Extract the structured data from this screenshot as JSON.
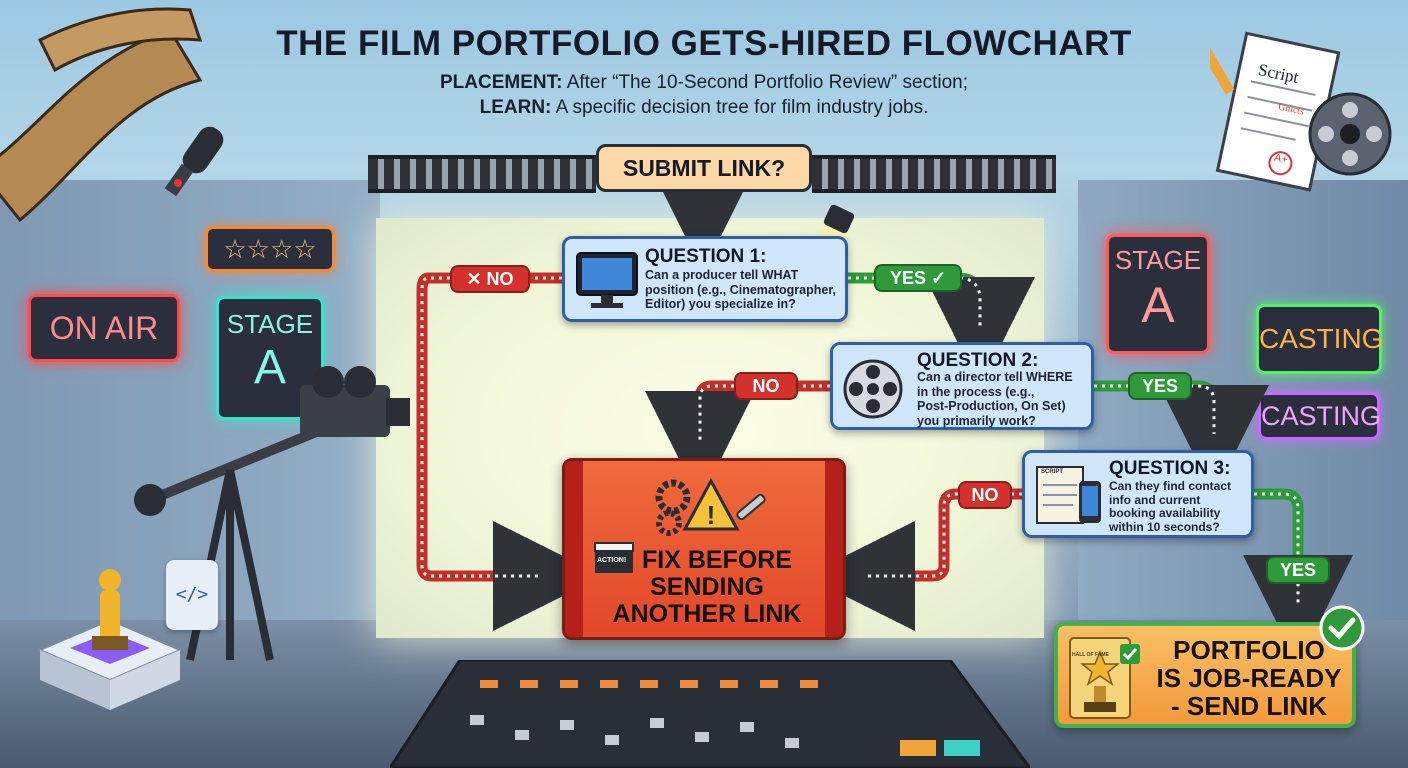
{
  "title": "THE FILM PORTFOLIO GETS-HIRED FLOWCHART",
  "subtitle": {
    "placement_label": "PLACEMENT:",
    "placement_text": "After “The 10-Second Portfolio Review” section;",
    "learn_label": "LEARN:",
    "learn_text": "A specific decision tree for film industry jobs."
  },
  "start": {
    "label": "SUBMIT LINK?"
  },
  "questions": [
    {
      "title": "QUESTION 1:",
      "lines": [
        "Can a producer tell WHAT",
        "position (e.g., Cinematographer,",
        "Editor) you specialize in?"
      ],
      "icon": "monitor-icon"
    },
    {
      "title": "QUESTION 2:",
      "lines": [
        "Can a director tell WHERE",
        "in the process (e.g.,",
        "Post-Production, On Set)",
        "you primarily work?"
      ],
      "icon": "film-reel-icon"
    },
    {
      "title": "QUESTION 3:",
      "lines": [
        "Can they find contact",
        "info and current",
        "booking availability",
        "within 10 seconds?"
      ],
      "icon": "script-phone-icon",
      "script_label": "SCRIPT"
    }
  ],
  "answers": {
    "no_q1": "✕ NO",
    "yes_q1": "YES ✓",
    "no_q2": "NO",
    "yes_q2": "YES",
    "no_q3": "NO",
    "yes_q3": "YES"
  },
  "fix": {
    "lines": [
      "FIX BEFORE",
      "SENDING",
      "ANOTHER LINK"
    ],
    "clapper": "ACTION!"
  },
  "result": {
    "lines": [
      "PORTFOLIO",
      "IS JOB-READY",
      "- SEND LINK"
    ],
    "plaque": "HALL OF FAME"
  },
  "decor": {
    "on_air": "ON AIR",
    "stage_left": [
      "STAGE",
      "A"
    ],
    "stage_right": [
      "STAGE",
      "A"
    ],
    "casting_1": "CASTING",
    "casting_2": "CASTING",
    "stars": "☆☆☆☆",
    "script_doc": "Script",
    "script_notes": "Gnicts",
    "grade": "A+",
    "code_icon": "</>"
  },
  "colors": {
    "no": "#d3312c",
    "yes": "#2f9a3a",
    "question_fill": "#cfe6fb",
    "question_border": "#2d5fa8",
    "start_fill": "#fbd8a6",
    "result_fill": "#f7a84a"
  }
}
